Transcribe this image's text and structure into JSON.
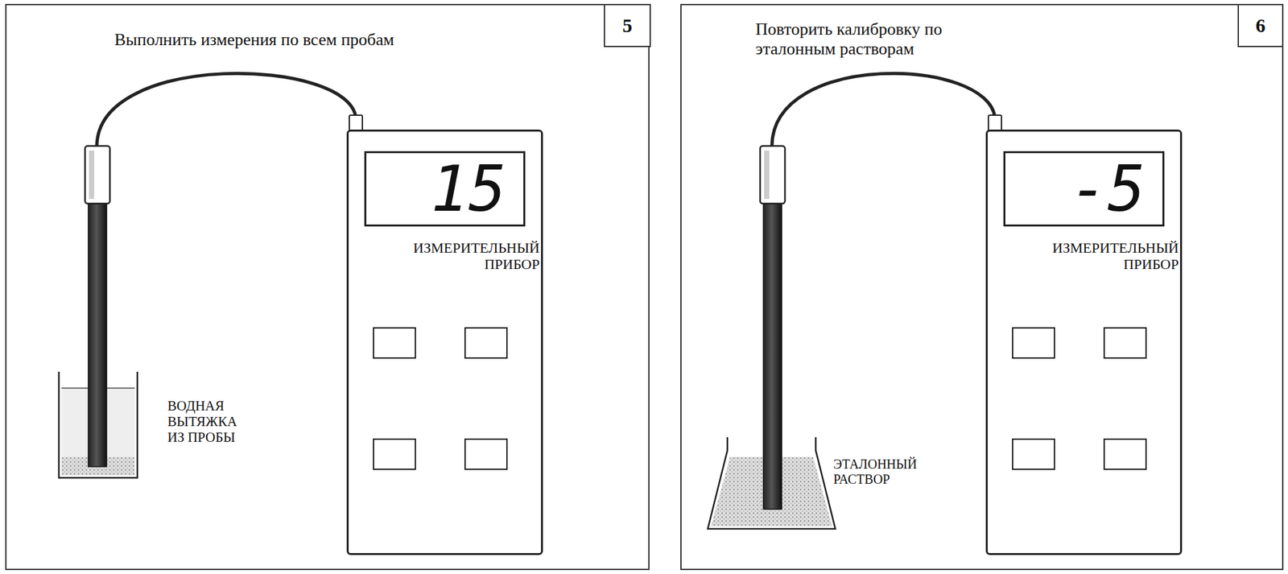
{
  "diagram": {
    "nodes": [
      {
        "text": [
          "Выполнить измерения по всем пробам"
        ]
      },
      {
        "text": [
          "5"
        ],
        "in": 0
      },
      {
        "text": [
          "ИЗМЕРИТЕЛЬНЫЙ ПРИБОР"
        ],
        "in": 0
      },
      {
        "text": [
          "15"
        ],
        "in": 2
      },
      {
        "text": [
          "Повторить калибровку по эталонным растворам"
        ]
      },
      {
        "text": [
          "6"
        ],
        "in": 4
      },
      {
        "text": [
          "ИЗМЕРИТЕЛЬНЫЙ ПРИБОР"
        ],
        "in": 4
      },
      {
        "text": [
          "-5"
        ],
        "in": 6
      }
    ],
    "labels": [
      "ВОДНАЯ ВЫТЯЖКА ИЗ ПРОБЫ",
      "ЭТАЛОННЫЙ РАСТВОР"
    ]
  }
}
